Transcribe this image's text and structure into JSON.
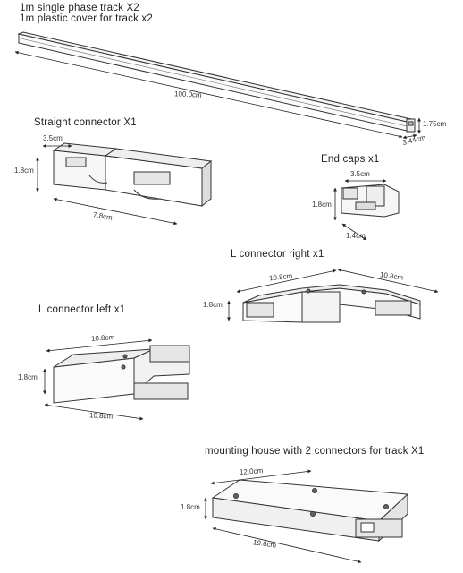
{
  "track": {
    "title_line1": "1m single phase track  X2",
    "title_line2": "1m plastic cover for track   x2",
    "length": "100.0cm",
    "height": "1.75cm",
    "width": "3.44cm"
  },
  "straight_connector": {
    "title": "Straight connector  X1",
    "depth": "3.5cm",
    "height": "1.8cm",
    "length": "7.8cm"
  },
  "end_caps": {
    "title": "End caps x1",
    "depth": "3.5cm",
    "height": "1.8cm",
    "width": "1.4cm"
  },
  "l_connector_right": {
    "title": "L connector right  x1",
    "arm_a": "10.8cm",
    "arm_b": "10.8cm",
    "height": "1.8cm"
  },
  "l_connector_left": {
    "title": "L connector left  x1",
    "arm_a": "10.8cm",
    "arm_b": "10.8cm",
    "height": "1.8cm"
  },
  "mounting_house": {
    "title": "mounting house  with 2 connectors  for track  X1",
    "depth": "12.0cm",
    "height": "1.8cm",
    "length": "19.6cm"
  }
}
